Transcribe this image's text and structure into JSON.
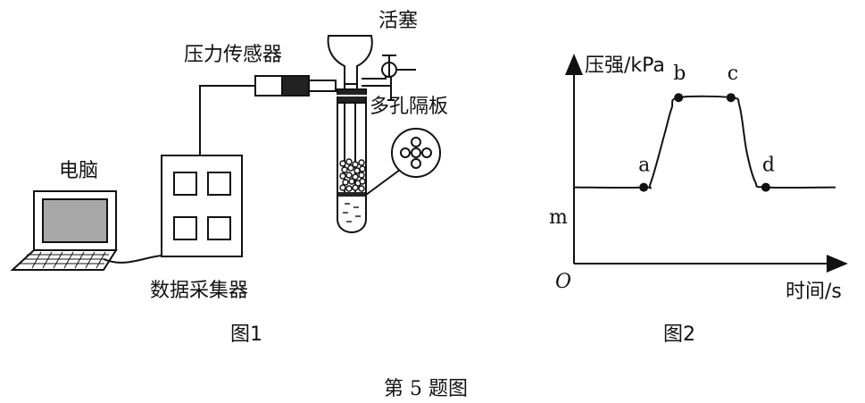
{
  "figure1": {
    "label_sensor": "压力传感器",
    "label_valve": "活塞",
    "label_plate": "多孔隔板",
    "label_computer": "电脑",
    "label_collector": "数据采集器",
    "caption": "图1"
  },
  "figure2": {
    "ylabel": "压强/kPa",
    "xlabel": "时间/s",
    "origin": "O",
    "m_label": "m",
    "caption": "图2"
  },
  "caption_main": "第 5 题图",
  "chart_data": {
    "type": "line",
    "xlabel": "时间/s",
    "ylabel": "压强/kPa",
    "y_marker": "m",
    "points": [
      {
        "label": "a",
        "x": 1.0,
        "y": 0.0
      },
      {
        "label": "b",
        "x": 2.0,
        "y": 1.0
      },
      {
        "label": "c",
        "x": 3.5,
        "y": 1.0
      },
      {
        "label": "d",
        "x": 4.5,
        "y": 0.0
      }
    ],
    "curve": [
      [
        -1.0,
        0.0
      ],
      [
        1.0,
        0.0
      ],
      [
        1.2,
        0.05
      ],
      [
        1.6,
        0.6
      ],
      [
        1.8,
        0.88
      ],
      [
        2.0,
        1.0
      ],
      [
        3.5,
        1.0
      ],
      [
        3.75,
        0.9
      ],
      [
        3.95,
        0.4
      ],
      [
        4.2,
        0.06
      ],
      [
        4.5,
        0.0
      ],
      [
        6.5,
        0.0
      ]
    ],
    "xlim": [
      -1.0,
      6.5
    ],
    "ylim": [
      -0.85,
      1.45
    ],
    "grid": false
  }
}
